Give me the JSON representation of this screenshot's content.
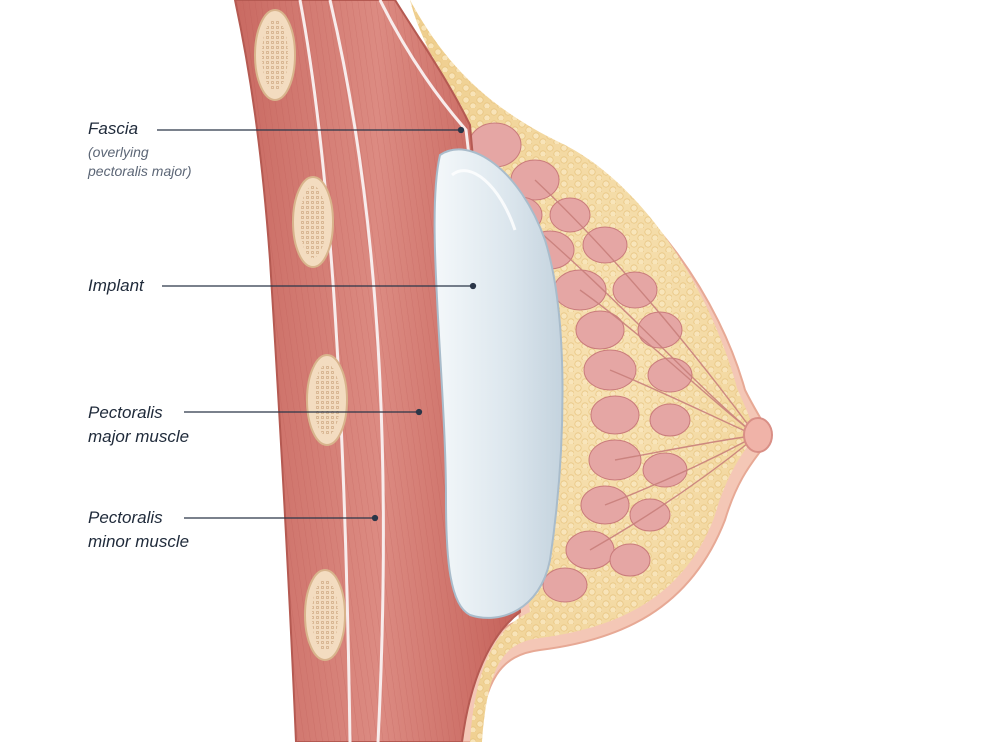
{
  "labels": {
    "fascia": "Fascia",
    "fascia_note_line1": "(overlying",
    "fascia_note_line2": "pectoralis major)",
    "implant": "Implant",
    "pec_major_line1": "Pectoralis",
    "pec_major_line2": "major muscle",
    "pec_minor_line1": "Pectoralis",
    "pec_minor_line2": "minor muscle"
  },
  "colors": {
    "muscle": "#d9827a",
    "muscle_dark": "#b8564f",
    "fat": "#f3d9a4",
    "gland": "#e3a3a3",
    "implant": "#dfe8ee",
    "skin": "#f4c3b3",
    "leader": "#2b3648"
  }
}
